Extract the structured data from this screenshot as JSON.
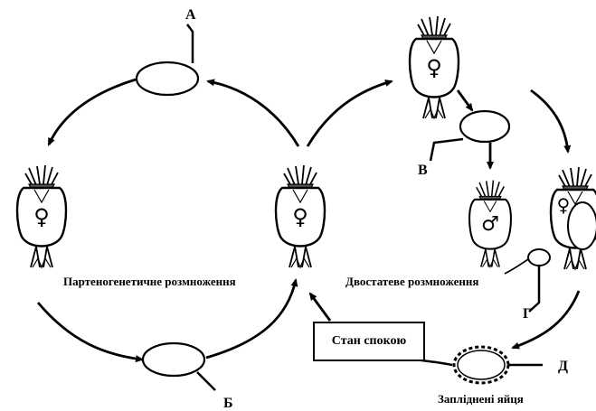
{
  "labels": {
    "a": "А",
    "b": "Б",
    "v": "В",
    "g": "Г",
    "d": "Д"
  },
  "captions": {
    "parthenogenetic": "Партеногенетичне розмноження",
    "sexual": "Двостатеве розмноження",
    "fertilized_eggs": "Запліднені яйця",
    "dormancy": "Стан спокою"
  },
  "symbols": {
    "female": "♀",
    "male": "♂"
  },
  "colors": {
    "ink": "#000000",
    "background": "#ffffff"
  }
}
